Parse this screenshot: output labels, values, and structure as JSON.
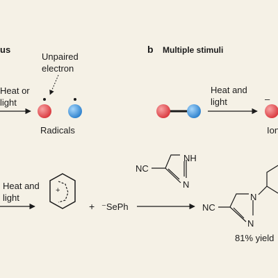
{
  "panel_a": {
    "title_fragment": "us",
    "label_unpaired_1": "Unpaired",
    "label_unpaired_2": "electron",
    "condition_1": "Heat or",
    "condition_2": "light",
    "products_label": "Radicals"
  },
  "panel_b": {
    "panel_letter": "b",
    "title": "Multiple stimuli",
    "condition_1": "Heat and",
    "condition_2": "light",
    "charge_minus": "–",
    "products_label_fragment": "Ion"
  },
  "reaction": {
    "condition_1": "Heat and",
    "condition_2": "light",
    "plus_symbol": "+",
    "cation_charge": "+",
    "nucleophile": "⁻SePh",
    "reagent_cn": "NC",
    "reagent_nh": "NH",
    "reagent_n": "N",
    "product_cn": "NC",
    "product_n1": "N",
    "product_n2": "N",
    "yield_label": "81% yield"
  },
  "colors": {
    "red_atom": "#e0474c",
    "blue_atom": "#3a8fd6",
    "ink": "#1b1b1b",
    "background": "#f5f1e6"
  }
}
